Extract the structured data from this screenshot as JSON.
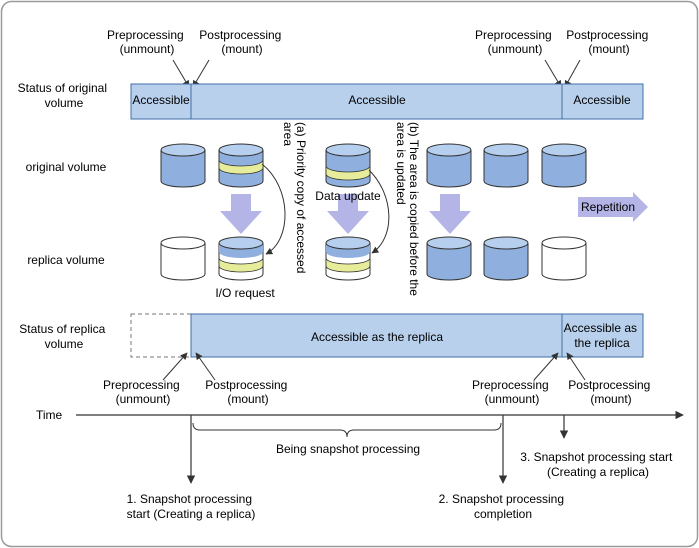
{
  "colors": {
    "frame": "#9a9a9a",
    "bar_fill": "#b8d0ec",
    "bar_border": "#3f6fa8",
    "cyl_blue_top": "#b7cfee",
    "cyl_blue_body": "#8fb0de",
    "cyl_white": "#ffffff",
    "band_yellow": "#e6ec9a",
    "arrow_big": "#b4b4e6",
    "line": "#333333"
  },
  "labels": {
    "orig_status_row": [
      "Status of original",
      "volume"
    ],
    "original_volume": "original volume",
    "replica_volume": "replica volume",
    "replica_status_row": [
      "Status of replica",
      "volume"
    ],
    "time": "Time"
  },
  "top_callouts": {
    "pre_left": [
      "Preprocessing",
      "(unmount)"
    ],
    "post_left": [
      "Postprocessing",
      "(mount)"
    ],
    "pre_right": [
      "Preprocessing",
      "(unmount)"
    ],
    "post_right": [
      "Postprocessing",
      "(mount)"
    ]
  },
  "orig_bar": {
    "left": "Accessible",
    "mid": "Accessible",
    "right": "Accessible"
  },
  "vertical_notes": {
    "a": [
      "(a) Priority copy of accessed",
      "area"
    ],
    "b": [
      "(b) The area is copied before the",
      "area is updated"
    ]
  },
  "cylinder_labels": {
    "data_update": "Data update",
    "io_request": "I/O request"
  },
  "repetition": "Repetition",
  "replica_bar": {
    "mid": "Accessible as the replica",
    "right": [
      "Accessible as",
      "the replica"
    ]
  },
  "bottom_callouts": {
    "pre_left": [
      "Preprocessing",
      "(unmount)"
    ],
    "post_left": [
      "Postprocessing",
      "(mount)"
    ],
    "pre_right": [
      "Preprocessing",
      "(unmount)"
    ],
    "post_right": [
      "Postprocessing",
      "(mount)"
    ]
  },
  "timeline": {
    "brace_label": "Being snapshot processing",
    "event1": [
      "1. Snapshot processing",
      "start (Creating a replica)"
    ],
    "event2": [
      "2. Snapshot processing",
      "completion"
    ],
    "event3": [
      "3. Snapshot processing start",
      "(Creating a replica)"
    ]
  }
}
